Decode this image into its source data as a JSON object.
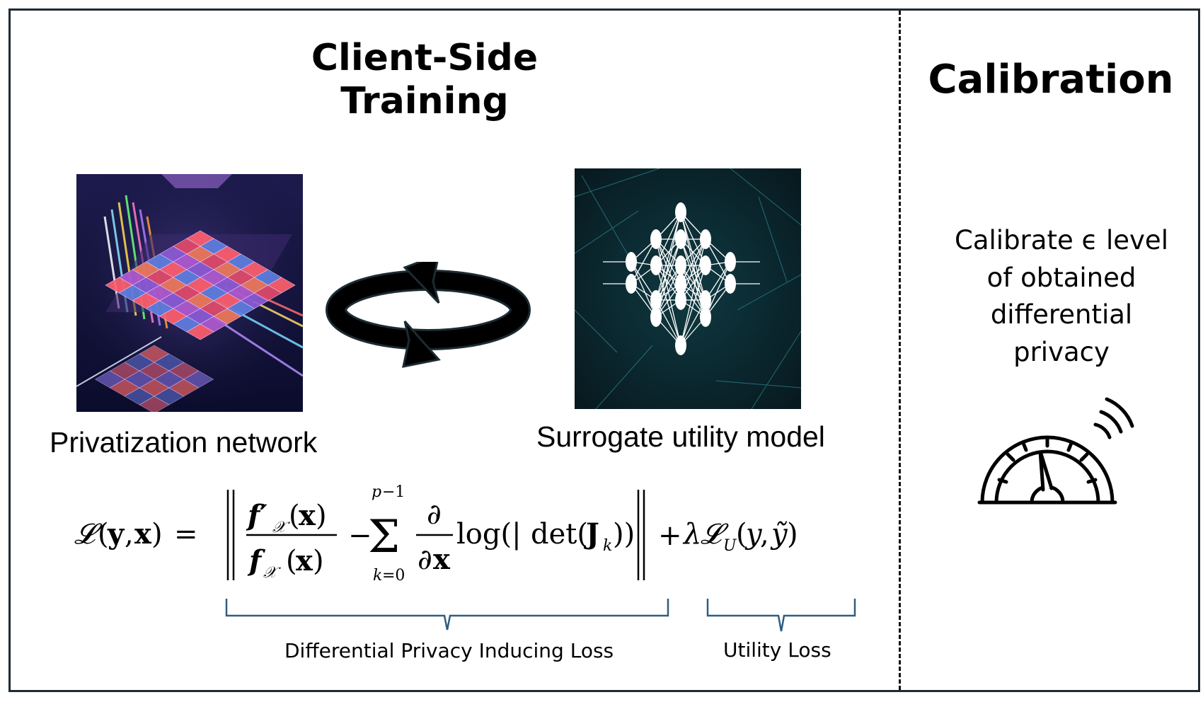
{
  "left_panel": {
    "title_line1": "Client-Side",
    "title_line2": "Training",
    "privatization_label": "Privatization network",
    "surrogate_label": "Surrogate utility model",
    "brace_dp_label": "Differential Privacy Inducing Loss",
    "brace_utility_label": "Utility Loss",
    "equation_text": "𝓛(y, x) = ‖ f′𝒳(x) / f𝒳(x) − Σ_{k=0}^{p−1} ∂/∂x log(| det(J_k)) ‖ + λ𝓛_U(y, ỹ)"
  },
  "right_panel": {
    "title": "Calibration",
    "calibrate_line1": "Calibrate ϵ level",
    "calibrate_line2": "of obtained",
    "calibrate_line3": "differential",
    "calibrate_line4": "privacy"
  },
  "icons": {
    "cycle": "circular-arrows-icon",
    "gauge": "speedometer-gauge-icon"
  },
  "colors": {
    "brace": "#2f5d83",
    "frame": "#1f2a33"
  }
}
